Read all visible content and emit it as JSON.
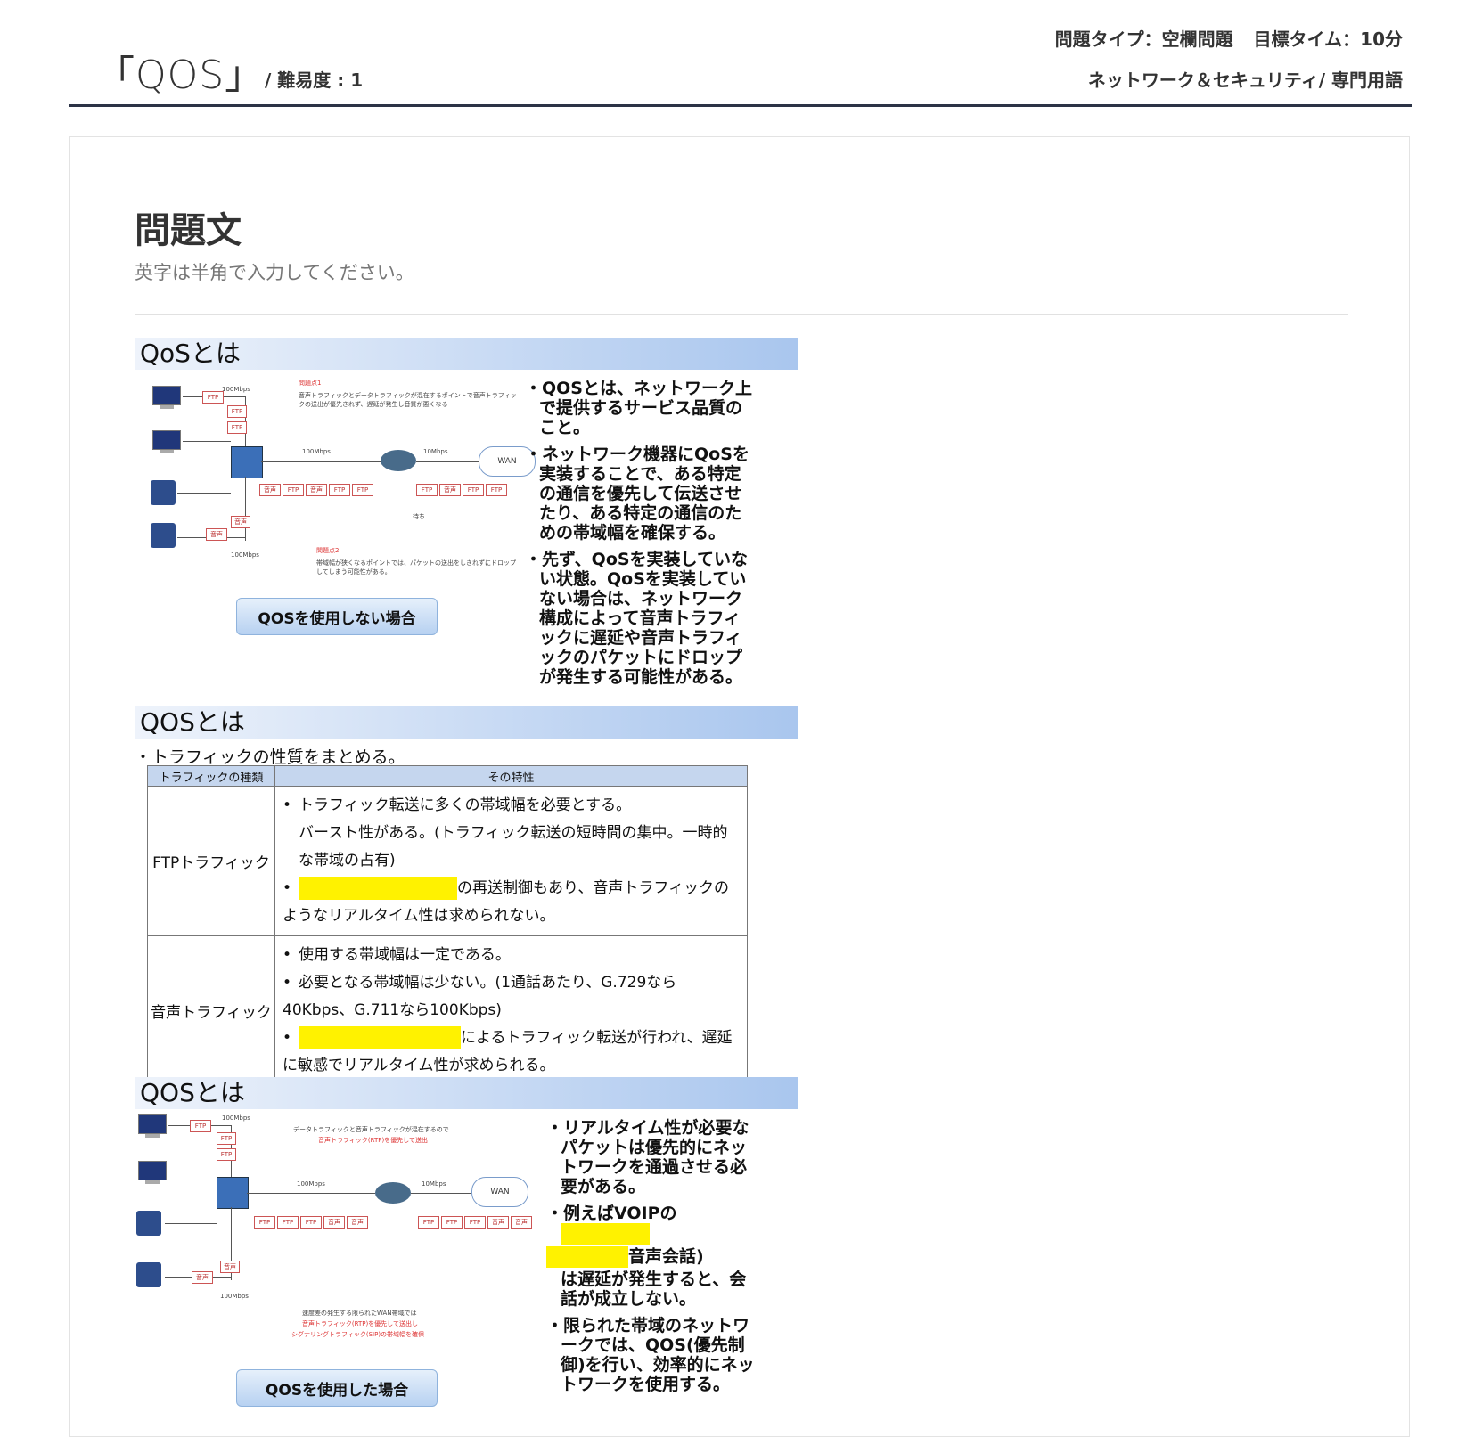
{
  "header": {
    "title": "「QOS」",
    "difficulty": "/ 難易度 : 1",
    "question_type": "問題タイプ：空欄問題",
    "target_time": "目標タイム：10分",
    "category": "ネットワーク＆セキュリティ/ 専門用語"
  },
  "question": {
    "heading": "問題文",
    "note": "英字は半角で入力してください。"
  },
  "slide1": {
    "title": "QoSとは",
    "bullets": [
      "・QOSとは、ネットワーク上で提供するサービス品質のこと。",
      "・ネットワーク機器にQoSを実装することで、ある特定の通信を優先して伝送させたり、ある特定の通信のための帯域幅を確保する。",
      "・先ず、QoSを実装していない状態。QoSを実装していない場合は、ネットワーク構成によって音声トラフィックに遅延や音声トラフィックのパケットにドロップが発生する可能性がある。"
    ],
    "button": "QOSを使用しない場合",
    "labels": {
      "bw_100_top": "100Mbps",
      "bw_100_mid": "100Mbps",
      "bw_10": "10Mbps",
      "bw_100_bottom": "100Mbps",
      "wan": "WAN",
      "ftp": "FTP",
      "voice": "音声",
      "issue1_title": "問題点1",
      "issue1_text": "音声トラフィックとデータトラフィックが混在するポイントで音声トラフィックの送出が優先されず、遅延が発生し音質が悪くなる",
      "issue2_title": "問題点2",
      "issue2_text": "帯域幅が狭くなるポイントでは、パケットの送出をしきれずにドロップしてしまう可能性がある。",
      "queue": "待ち"
    }
  },
  "slide2": {
    "title": "QOSとは",
    "intro": "・トラフィックの性質をまとめる。",
    "table": {
      "headers": [
        "トラフィックの種類",
        "その特性"
      ],
      "rows": [
        {
          "category": "FTPトラフィック",
          "lines": [
            "トラフィック転送に多くの帯域幅を必要とする。",
            "バースト性がある。(トラフィック転送の短時間の集中。一時的な帯域の占有)",
            "の再送制御もあり、音声トラフィックのようなリアルタイム性は求められない。"
          ]
        },
        {
          "category": "音声トラフィック",
          "lines": [
            "使用する帯域幅は一定である。",
            "必要となる帯域幅は少ない。(1通話あたり、G.729なら40Kbps、G.711なら100Kbps)",
            "によるトラフィック転送が行われ、遅延に敏感でリアルタイム性が求められる。"
          ]
        }
      ]
    }
  },
  "slide3": {
    "title": "QOSとは",
    "bullets": [
      "・リアルタイム性が必要なパケットは優先的にネットワークを通過させる必要がある。",
      "・例えばVOIPの",
      "音声会話)",
      "は遅延が発生すると、会話が成立しない。",
      "・限られた帯域のネットワークでは、QOS(優先制御)を行い、効率的にネットワークを使用する。"
    ],
    "button": "QOSを使用した場合",
    "labels": {
      "note1": "データトラフィックと音声トラフィックが混在するので",
      "note1_red": "音声トラフィック(RTP)を優先して送出",
      "note2": "速度差の発生する限られたWAN帯域では",
      "note2_red1": "音声トラフィック(RTP)を優先して送出し",
      "note2_red2": "シグナリングトラフィック(SIP)の帯域幅を確保"
    }
  },
  "colors": {
    "accent": "#2c3346",
    "highlight": "#fff200",
    "band_start": "#eef3fb",
    "band_end": "#a9c6ee"
  }
}
